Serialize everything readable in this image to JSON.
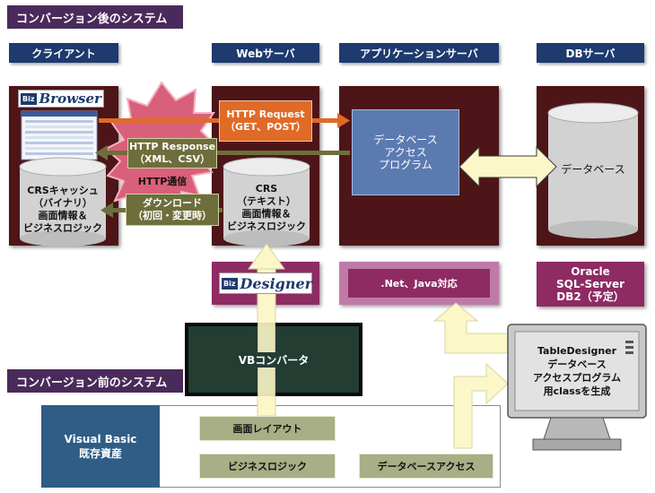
{
  "headers": {
    "after_system": "コンバージョン後のシステム",
    "before_system": "コンバージョン前のシステム"
  },
  "columns": {
    "client": "クライアント",
    "web_server": "Webサーバ",
    "app_server": "アプリケーションサーバ",
    "db_server": "DBサーバ"
  },
  "client": {
    "browser_logo": "Browser",
    "browser_logo_badge": "Biz",
    "crs_cache": "CRSキャッシュ\n（バイナリ）\n画面情報＆\nビジネスロジック"
  },
  "web": {
    "crs_text": "CRS\n（テキスト）\n画面情報＆\nビジネスロジック",
    "designer_logo": "Designer",
    "designer_logo_badge": "Biz"
  },
  "arrows": {
    "http_request": "HTTP Request\n（GET、POST）",
    "http_response": "HTTP Response\n（XML、CSV）",
    "http_comm": "HTTP通信",
    "download": "ダウンロード\n（初回・変更時）"
  },
  "app": {
    "db_access_program": "データベース\nアクセス\nプログラム",
    "dotnet_java": ".Net、Java対応"
  },
  "db": {
    "database": "データベース",
    "products": "Oracle\nSQL-Server\nDB2（予定）"
  },
  "converter": {
    "vb_converter": "VBコンバータ"
  },
  "table_designer": {
    "text": "TableDesigner\nデータベース\nアクセスプログラム\n用classを生成"
  },
  "legacy": {
    "vb_assets": "Visual Basic\n既存資産",
    "screen_layout": "画面レイアウト",
    "business_logic": "ビジネスロジック",
    "db_access": "データベースアクセス"
  }
}
